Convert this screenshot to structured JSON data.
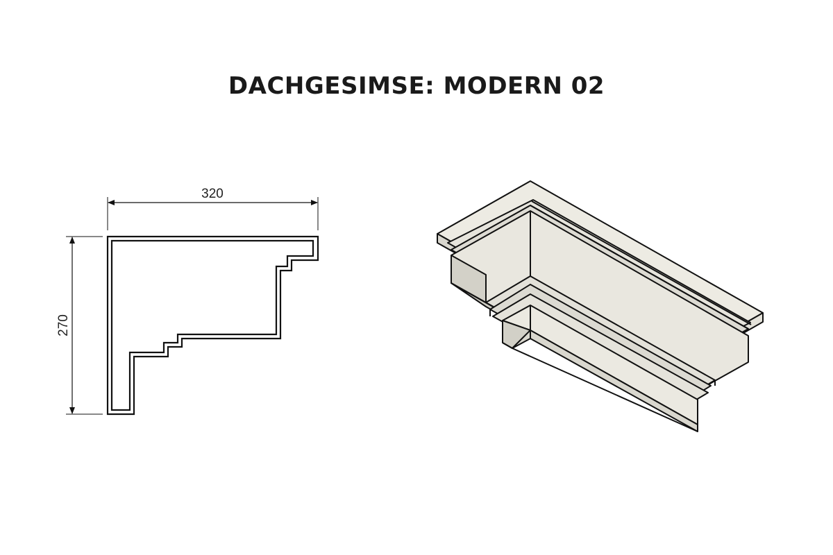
{
  "title": "DACHGESIMSE: MODERN 02",
  "dimensions": {
    "width_label": "320",
    "height_label": "270"
  },
  "colors": {
    "line": "#111111",
    "face_light": "#edebe3",
    "face_mid": "#e2e0d8",
    "face_dark": "#cfcdc4"
  }
}
